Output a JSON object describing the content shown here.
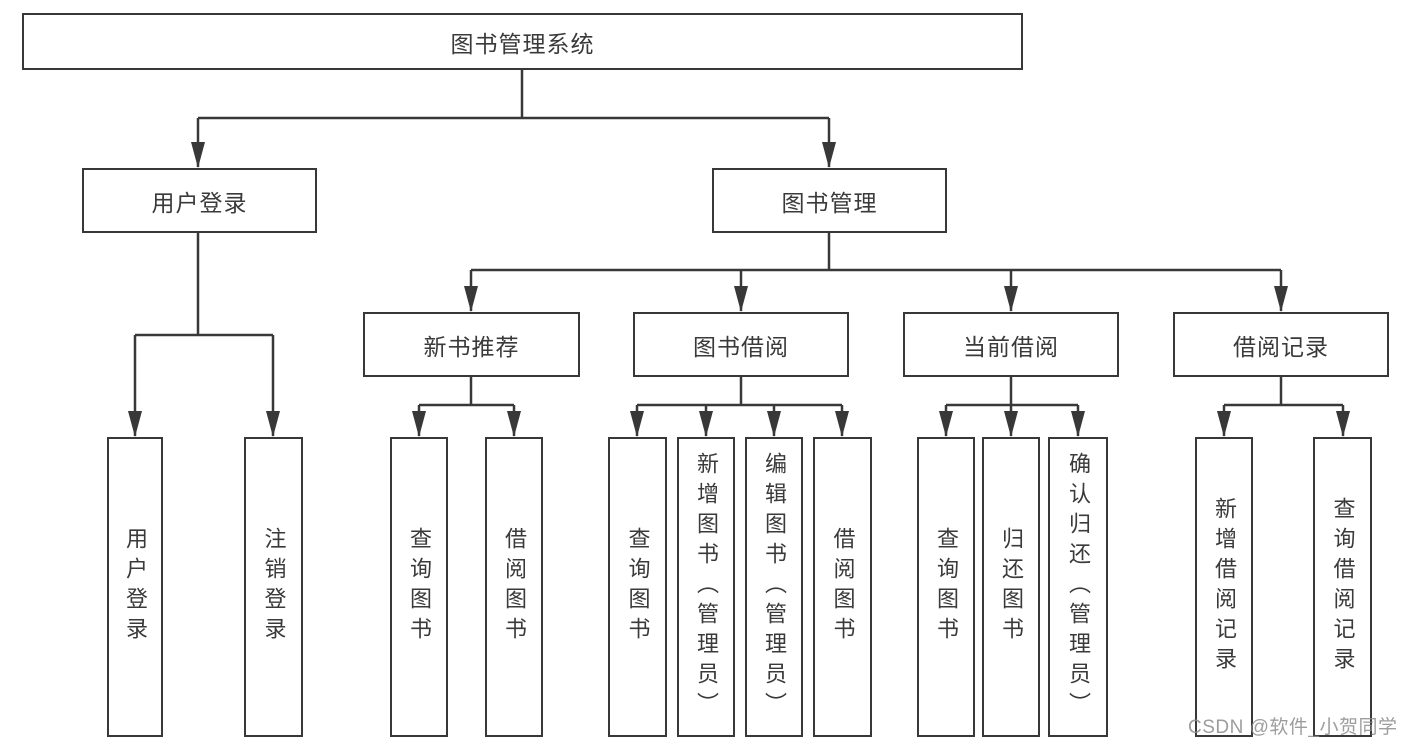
{
  "colors": {
    "line": "#383838",
    "node_border": "#383838",
    "node_text": "#3a3a3a",
    "background": "#ffffff",
    "watermark": "#8c8c8c"
  },
  "watermark": {
    "text": "CSDN @软件_小贺同学"
  },
  "tree": {
    "root": {
      "label": "图书管理系统",
      "children": [
        {
          "label": "用户登录",
          "children": [
            {
              "label": "用户登录"
            },
            {
              "label": "注销登录"
            }
          ]
        },
        {
          "label": "图书管理",
          "children": [
            {
              "label": "新书推荐",
              "children": [
                {
                  "label": "查询图书"
                },
                {
                  "label": "借阅图书"
                }
              ]
            },
            {
              "label": "图书借阅",
              "children": [
                {
                  "label": "查询图书"
                },
                {
                  "label": "新增图书（管理员）"
                },
                {
                  "label": "编辑图书（管理员）"
                },
                {
                  "label": "借阅图书"
                }
              ]
            },
            {
              "label": "当前借阅",
              "children": [
                {
                  "label": "查询图书"
                },
                {
                  "label": "归还图书"
                },
                {
                  "label": "确认归还（管理员）"
                }
              ]
            },
            {
              "label": "借阅记录",
              "children": [
                {
                  "label": "新增借阅记录"
                },
                {
                  "label": "查询借阅记录"
                }
              ]
            }
          ]
        }
      ]
    }
  }
}
